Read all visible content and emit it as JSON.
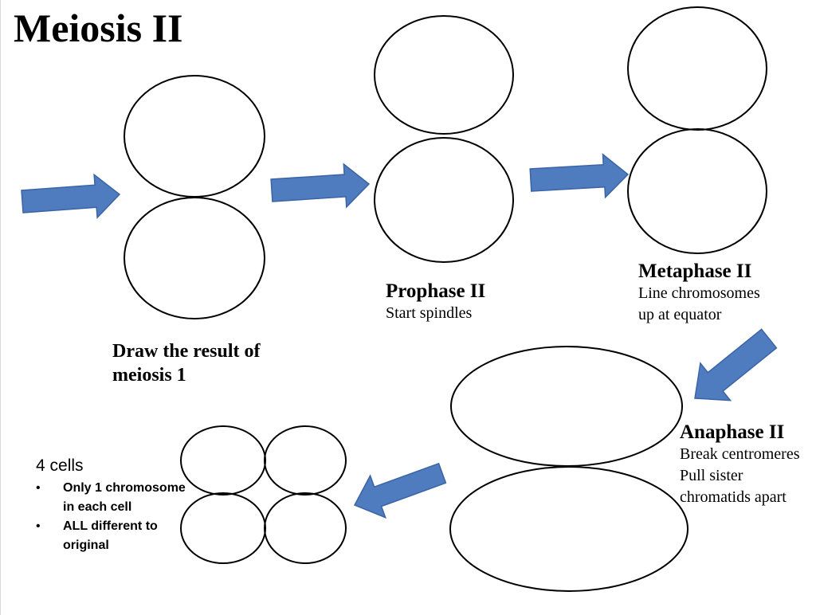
{
  "title": "Meiosis II",
  "draw_label": "Draw the result of meiosis 1",
  "prophase": {
    "heading": "Prophase II",
    "desc": "Start spindles"
  },
  "metaphase": {
    "heading": "Metaphase II",
    "desc_lines": [
      "Line chromosomes",
      "up at equator"
    ]
  },
  "anaphase": {
    "heading": "Anaphase II",
    "desc_lines": [
      "Break centromeres",
      "Pull sister",
      "chromatids apart"
    ]
  },
  "result": {
    "heading": "4 cells",
    "bullets": [
      "Only 1 chromosome in each cell",
      "ALL different to original"
    ]
  },
  "colors": {
    "arrow_fill": "#4f7bbf",
    "arrow_stroke": "#3b64a6",
    "cell_stroke": "#000000"
  }
}
